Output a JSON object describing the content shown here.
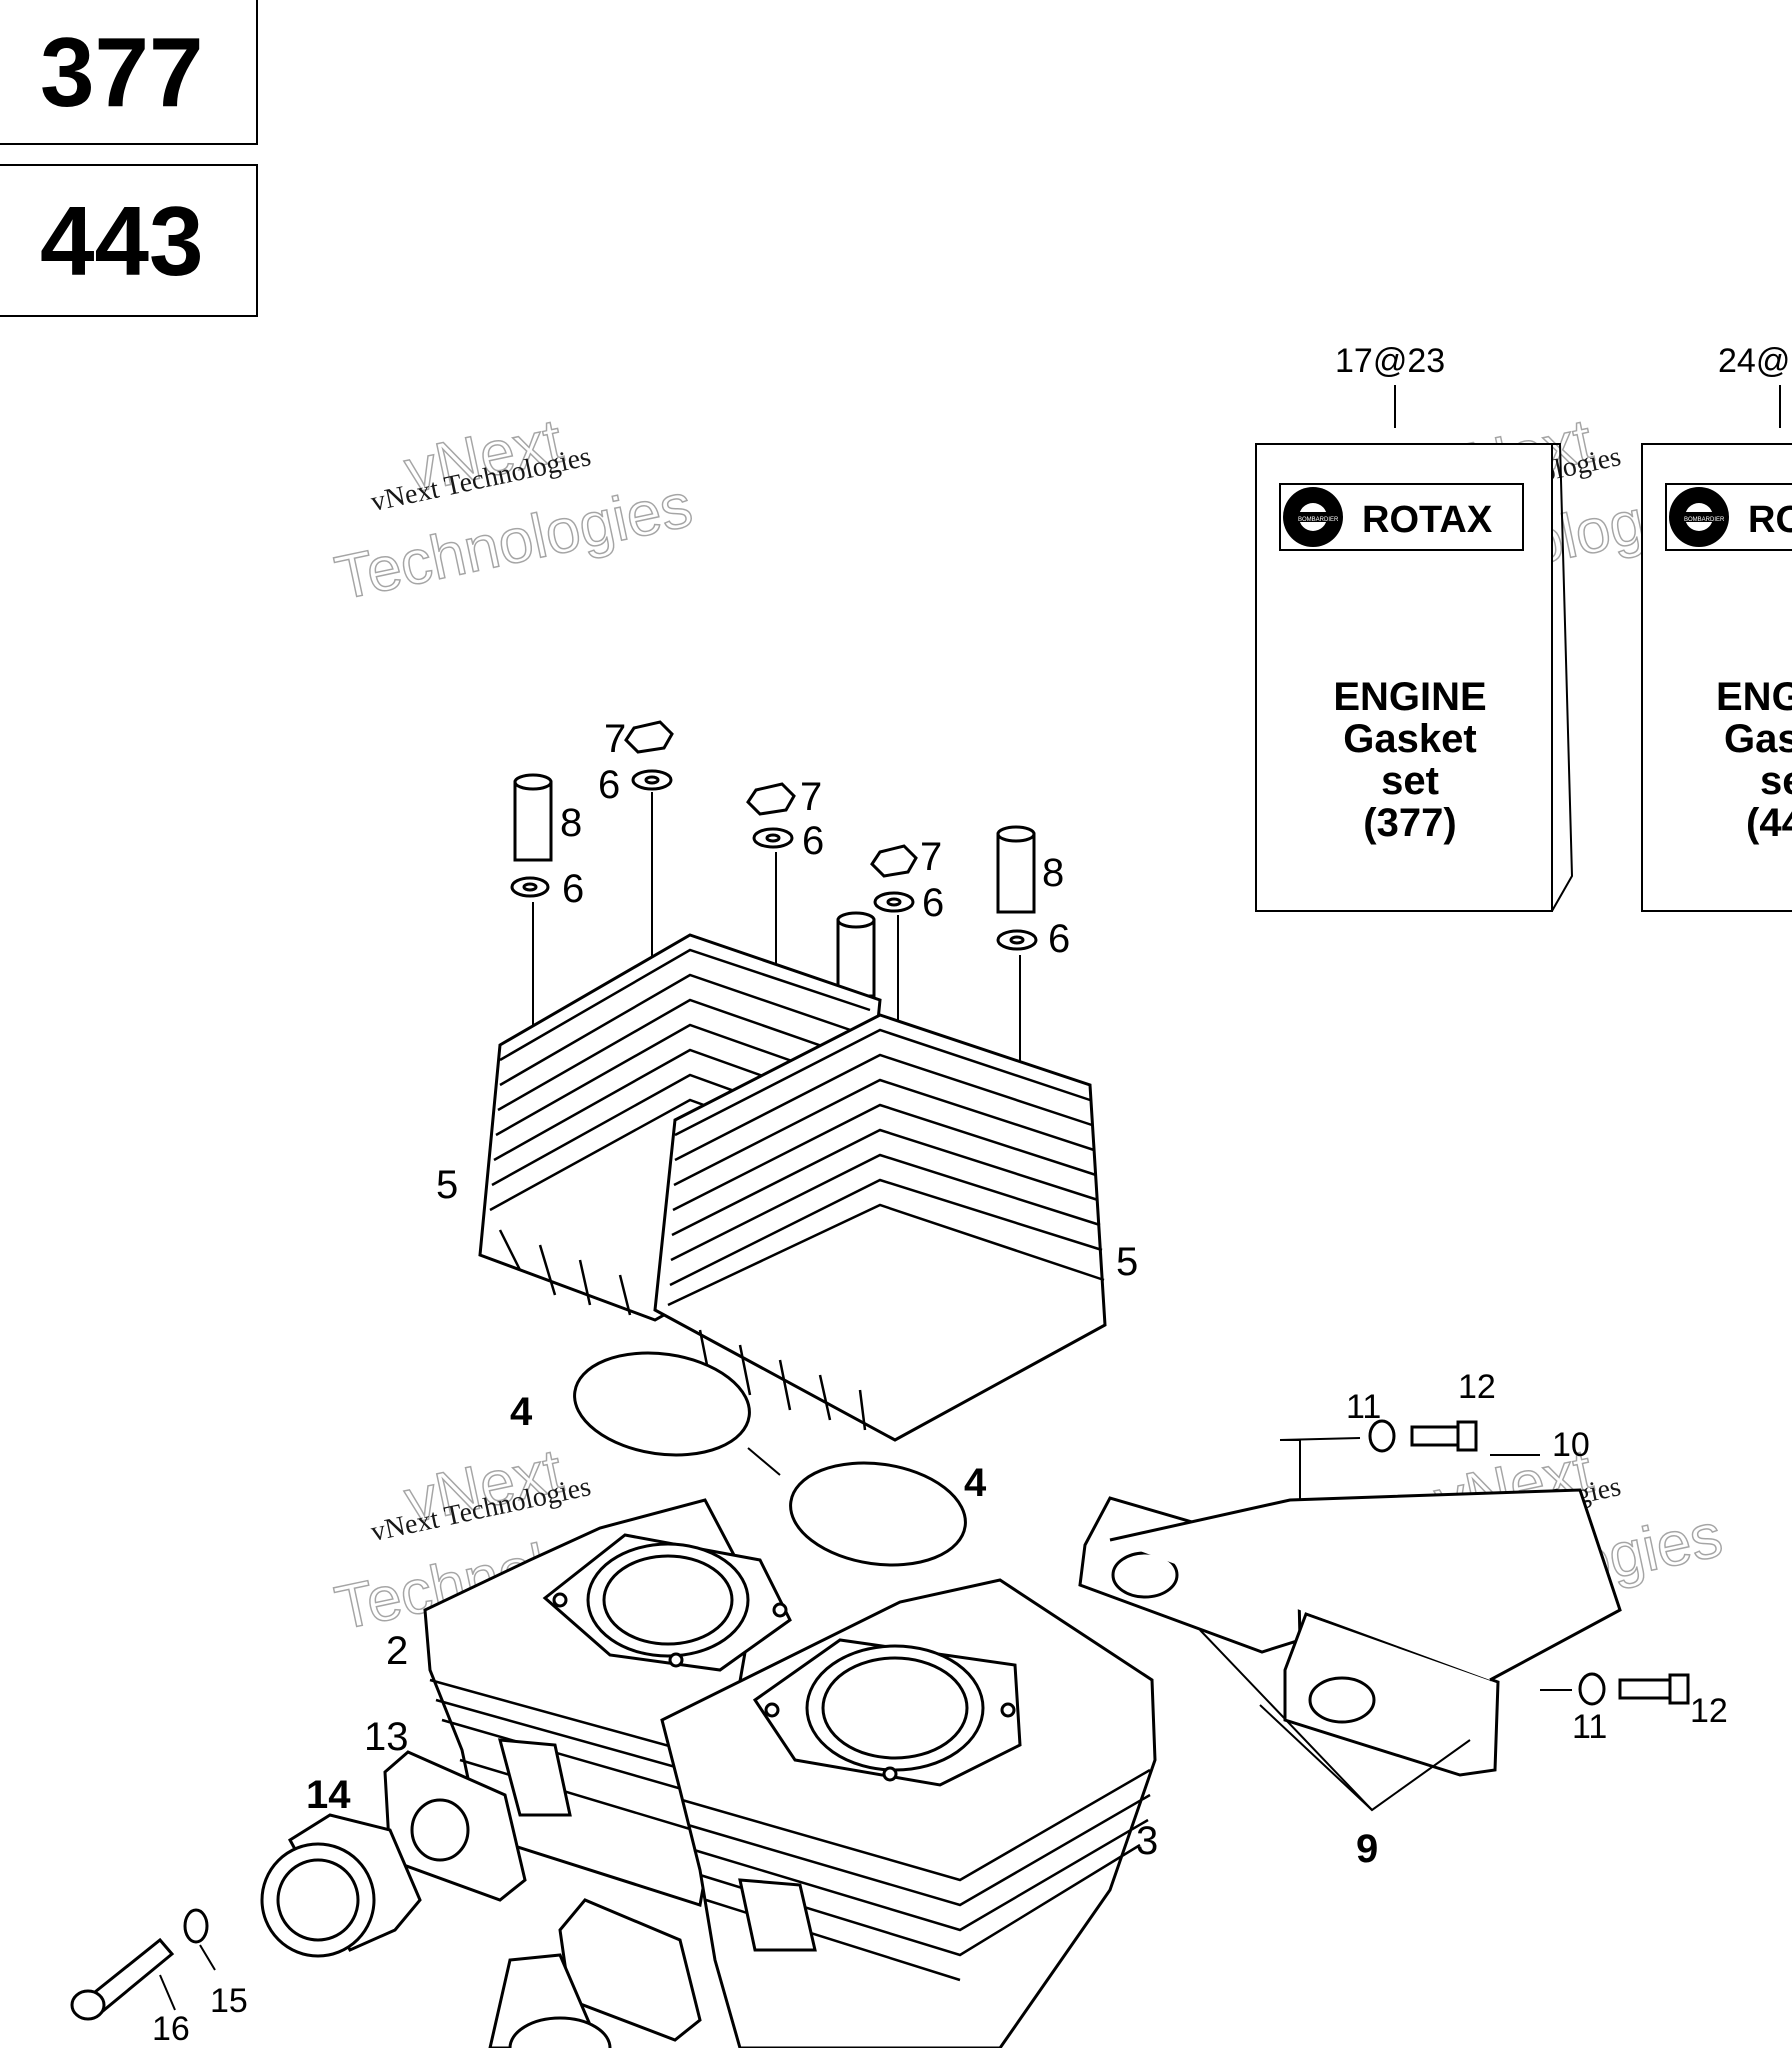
{
  "engine_models": [
    "377",
    "443"
  ],
  "watermark": {
    "line1": "vNext",
    "line2": "vNext Technologies",
    "line3": "Technologies"
  },
  "kits": [
    {
      "ref": "17@23",
      "brand": "ROTAX",
      "maker": "BOMBARDIER",
      "title_line1": "ENGINE",
      "title_line2": "Gasket",
      "title_line3": "set",
      "title_line4": "(377)"
    },
    {
      "ref": "24@",
      "brand": "RO",
      "maker": "BOMBARDIER",
      "title_line1": "ENG",
      "title_line2": "Gas",
      "title_line3": "se",
      "title_line4": "(44"
    }
  ],
  "callouts": {
    "c2": "2",
    "c3": "3",
    "c4a": "4",
    "c4b": "4",
    "c5a": "5",
    "c5b": "5",
    "c6a": "6",
    "c6b": "6",
    "c6c": "6",
    "c6d": "6",
    "c6e": "6",
    "c7a": "7",
    "c7b": "7",
    "c7c": "7",
    "c8a": "8",
    "c8b": "8",
    "c9": "9",
    "c10": "10",
    "c11a": "11",
    "c11b": "11",
    "c12a": "12",
    "c12b": "12",
    "c13": "13",
    "c14": "14",
    "c15": "15",
    "c16": "16"
  }
}
